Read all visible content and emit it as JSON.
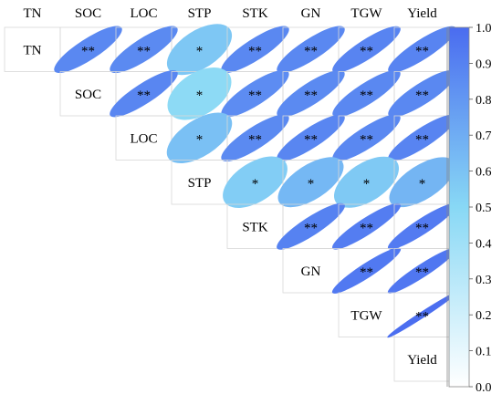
{
  "chart_data": {
    "type": "heatmap",
    "subtype": "correlation-ellipse-upper-triangle",
    "variables": [
      "TN",
      "SOC",
      "LOC",
      "STP",
      "STK",
      "GN",
      "TGW",
      "Yield"
    ],
    "correlations": [
      {
        "row": "TN",
        "col": "SOC",
        "r": 0.87,
        "sig": "**"
      },
      {
        "row": "TN",
        "col": "LOC",
        "r": 0.86,
        "sig": "**"
      },
      {
        "row": "TN",
        "col": "STP",
        "r": 0.58,
        "sig": "*"
      },
      {
        "row": "TN",
        "col": "STK",
        "r": 0.87,
        "sig": "**"
      },
      {
        "row": "TN",
        "col": "GN",
        "r": 0.87,
        "sig": "**"
      },
      {
        "row": "TN",
        "col": "TGW",
        "r": 0.89,
        "sig": "**"
      },
      {
        "row": "TN",
        "col": "Yield",
        "r": 0.89,
        "sig": "**"
      },
      {
        "row": "SOC",
        "col": "LOC",
        "r": 0.88,
        "sig": "**"
      },
      {
        "row": "SOC",
        "col": "STP",
        "r": 0.48,
        "sig": "*"
      },
      {
        "row": "SOC",
        "col": "STK",
        "r": 0.85,
        "sig": "**"
      },
      {
        "row": "SOC",
        "col": "GN",
        "r": 0.86,
        "sig": "**"
      },
      {
        "row": "SOC",
        "col": "TGW",
        "r": 0.87,
        "sig": "**"
      },
      {
        "row": "SOC",
        "col": "Yield",
        "r": 0.87,
        "sig": "**"
      },
      {
        "row": "LOC",
        "col": "STP",
        "r": 0.61,
        "sig": "*"
      },
      {
        "row": "LOC",
        "col": "STK",
        "r": 0.86,
        "sig": "**"
      },
      {
        "row": "LOC",
        "col": "GN",
        "r": 0.88,
        "sig": "**"
      },
      {
        "row": "LOC",
        "col": "TGW",
        "r": 0.87,
        "sig": "**"
      },
      {
        "row": "LOC",
        "col": "Yield",
        "r": 0.89,
        "sig": "**"
      },
      {
        "row": "STP",
        "col": "STK",
        "r": 0.55,
        "sig": "*"
      },
      {
        "row": "STP",
        "col": "GN",
        "r": 0.65,
        "sig": "*"
      },
      {
        "row": "STP",
        "col": "TGW",
        "r": 0.57,
        "sig": "*"
      },
      {
        "row": "STP",
        "col": "Yield",
        "r": 0.66,
        "sig": "*"
      },
      {
        "row": "STK",
        "col": "GN",
        "r": 0.9,
        "sig": "**"
      },
      {
        "row": "STK",
        "col": "TGW",
        "r": 0.92,
        "sig": "**"
      },
      {
        "row": "STK",
        "col": "Yield",
        "r": 0.93,
        "sig": "**"
      },
      {
        "row": "GN",
        "col": "TGW",
        "r": 0.94,
        "sig": "**"
      },
      {
        "row": "GN",
        "col": "Yield",
        "r": 0.95,
        "sig": "**"
      },
      {
        "row": "TGW",
        "col": "Yield",
        "r": 0.99,
        "sig": "**"
      }
    ],
    "colorbar": {
      "min": 0.0,
      "max": 1.0,
      "ticks": [
        "0.0",
        "0.1",
        "0.2",
        "0.3",
        "0.4",
        "0.5",
        "0.6",
        "0.7",
        "0.8",
        "0.9",
        "1.0"
      ],
      "colors": {
        "low": "#ffffff",
        "mid": "#88d8f5",
        "high": "#4a6cf0"
      }
    }
  }
}
